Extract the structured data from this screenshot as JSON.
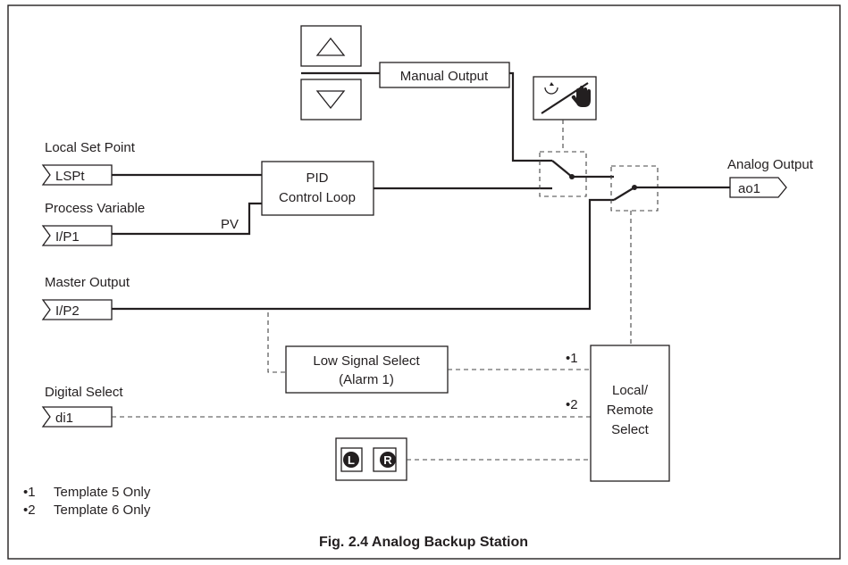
{
  "figure": {
    "caption": "Fig. 2.4 Analog Backup Station"
  },
  "buttons": {
    "up_icon": "triangle-up-icon",
    "down_icon": "triangle-down-icon",
    "auto_manual_icon": "auto-manual-icon",
    "local_remote_icon": "local-remote-icon",
    "local_letter": "L",
    "remote_letter": "R"
  },
  "blocks": {
    "manual_output": "Manual Output",
    "pid_line1": "PID",
    "pid_line2": "Control Loop",
    "low_signal_line1": "Low Signal Select",
    "low_signal_line2": "(Alarm 1)",
    "local_remote_line1": "Local/",
    "local_remote_line2": "Remote",
    "local_remote_line3": "Select"
  },
  "inputs": {
    "local_set_point": {
      "label": "Local Set Point",
      "tag": "LSPt"
    },
    "process_variable": {
      "label": "Process Variable",
      "tag": "I/P1",
      "wire_label": "PV"
    },
    "master_output": {
      "label": "Master Output",
      "tag": "I/P2"
    },
    "digital_select": {
      "label": "Digital Select",
      "tag": "di1"
    }
  },
  "outputs": {
    "analog_output": {
      "label": "Analog Output",
      "tag": "ao1"
    }
  },
  "markers": {
    "m1": "•1",
    "m2": "•2"
  },
  "notes": [
    {
      "marker": "•1",
      "text": "Template 5 Only"
    },
    {
      "marker": "•2",
      "text": "Template 6 Only"
    }
  ]
}
